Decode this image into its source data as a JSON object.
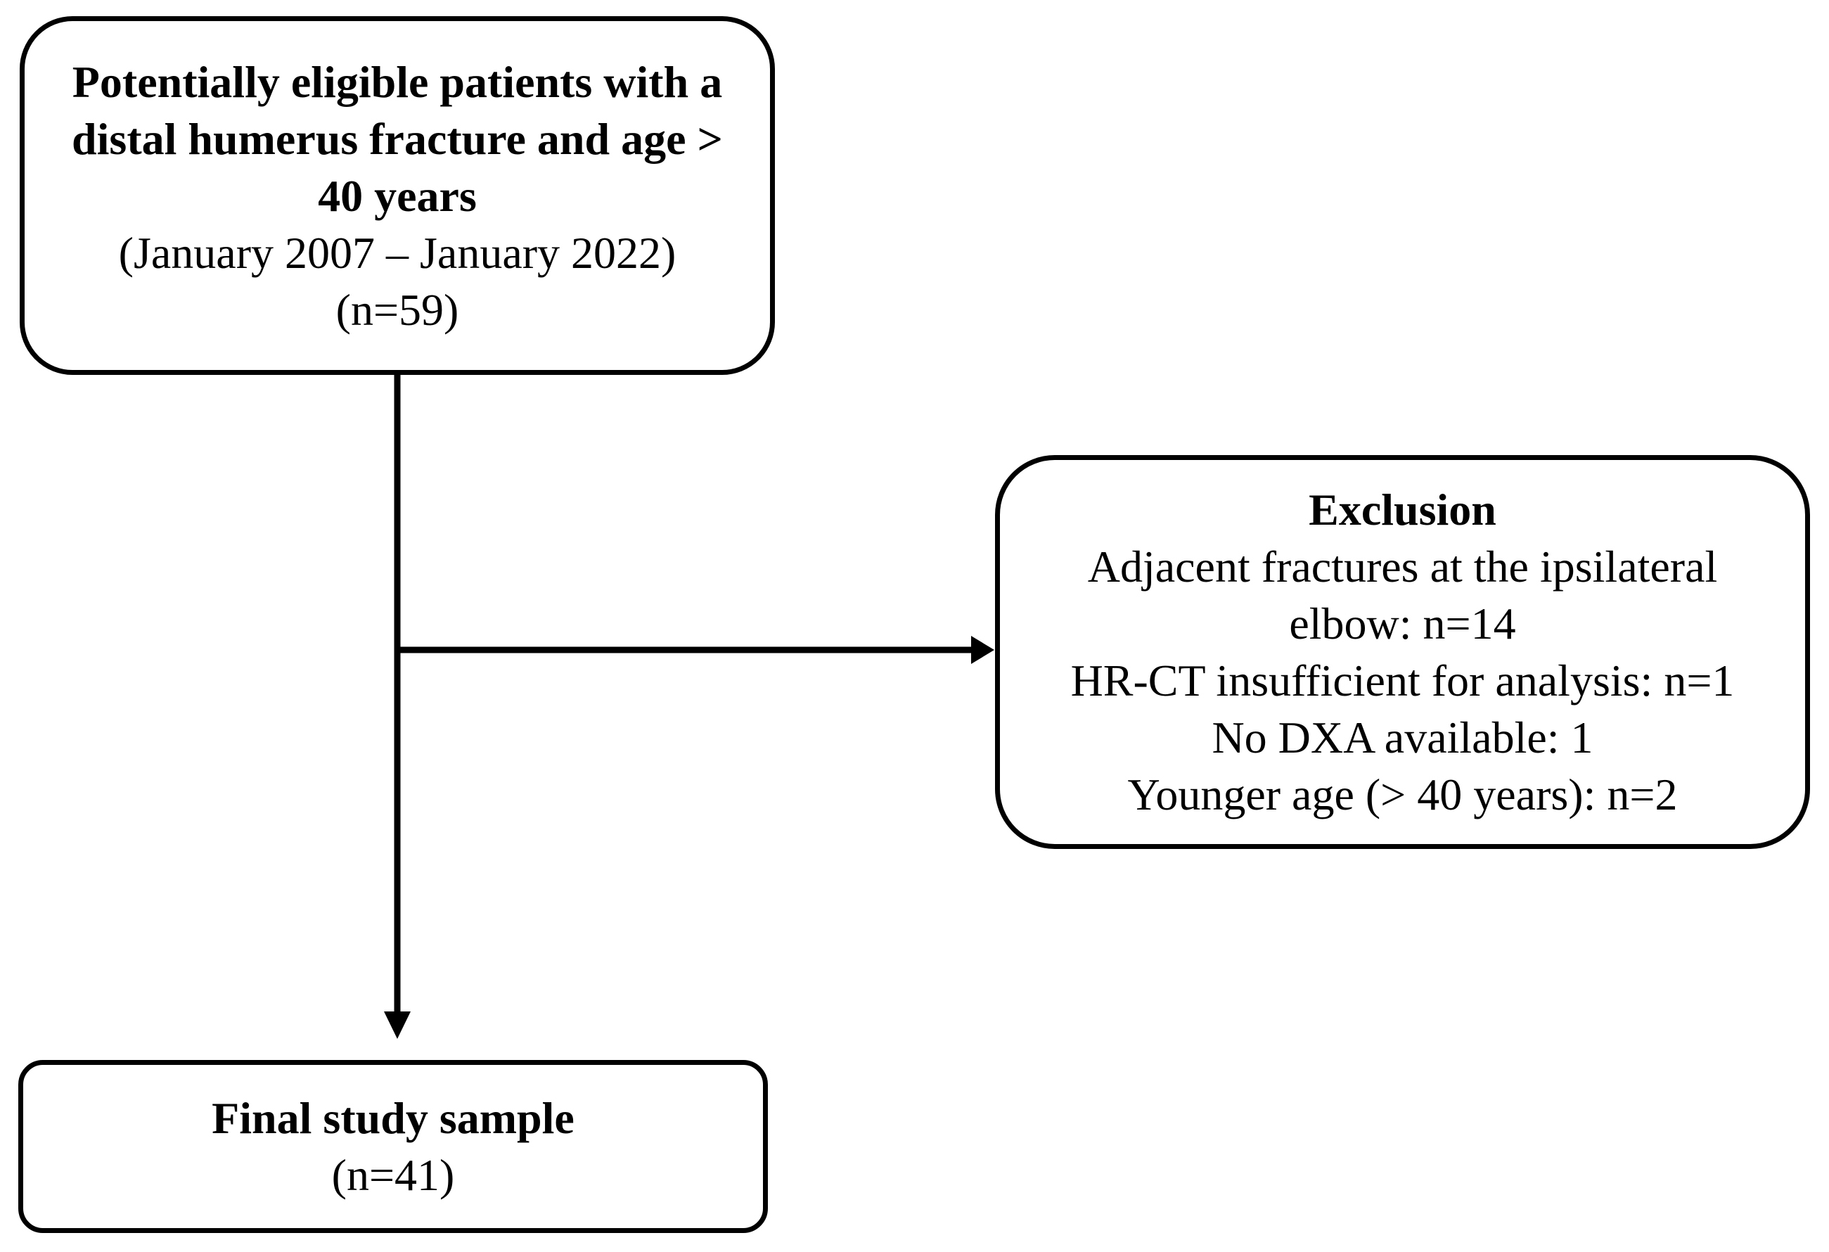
{
  "figure": {
    "type": "patient-flow-diagram",
    "background_color": "#ffffff",
    "line_color": "#000000",
    "text_color": "#000000"
  },
  "nodes": {
    "eligible": {
      "title_lines": [
        "Potentially eligible patients with a",
        "distal humerus fracture and age >",
        "40 years"
      ],
      "period": "(January 2007 – January 2022)",
      "count": "(n=59)"
    },
    "exclusion": {
      "heading": "Exclusion",
      "items": [
        "Adjacent fractures at the ipsilateral elbow: n=14",
        "HR-CT insufficient for analysis: n=1",
        "No DXA available: 1",
        "Younger age (> 40 years): n=2"
      ]
    },
    "final": {
      "title": "Final study sample",
      "count": "(n=41)"
    }
  },
  "edges": [
    {
      "from": "eligible",
      "to": "final",
      "type": "arrow-down"
    },
    {
      "from": "eligible",
      "to": "exclusion",
      "type": "arrow-right"
    }
  ]
}
